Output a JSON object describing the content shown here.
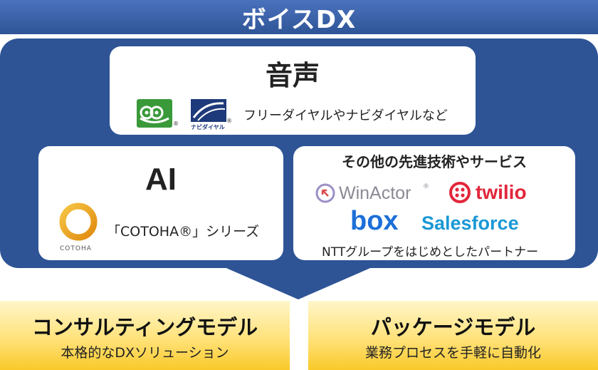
{
  "header": {
    "title": "ボイスDX"
  },
  "voice": {
    "title": "音声",
    "logo_reg": "®",
    "navi_logo_text": "ナビダイヤル",
    "desc": "フリーダイヤルやナビダイヤルなど"
  },
  "ai": {
    "title": "AI",
    "cotoha_logo_text": "COTOHA",
    "series_label": "「COTOHA®」シリーズ"
  },
  "other": {
    "title": "その他の先進技術やサービス",
    "winactor": "WinActor",
    "winactor_mark": "®",
    "twilio": "twilio",
    "box": "box",
    "salesforce": "Salesforce",
    "partner_note": "NTTグループをはじめとしたパートナー"
  },
  "models": [
    {
      "title": "コンサルティングモデル",
      "subtitle": "本格的なDXソリューション"
    },
    {
      "title": "パッケージモデル",
      "subtitle": "業務プロセスを手軽に自動化"
    }
  ],
  "colors": {
    "header": "#2f5597",
    "panel": "#2e5496",
    "freedial_green": "#3a9a3a",
    "navi_blue": "#1f3a7a",
    "cotoha_gold": "#e8a317",
    "twilio_red": "#e2263b",
    "box_blue": "#1d6fd8",
    "salesforce_blue": "#1a98d5",
    "winactor_gray": "#8a8a96",
    "model_gold": "#f9c92a"
  }
}
